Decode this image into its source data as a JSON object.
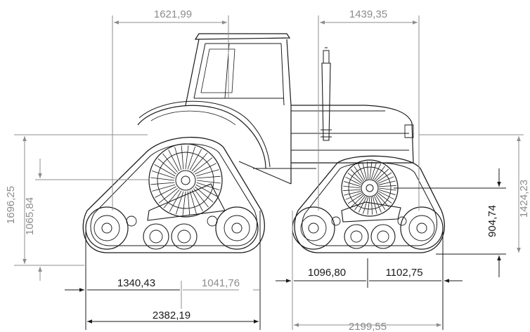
{
  "dimensions": {
    "top_left": "1621,99",
    "top_right": "1439,35",
    "left_outer": "1696,25",
    "left_inner": "1065,84",
    "right_inner": "904,74",
    "right_outer": "1424,23",
    "bottom_front_left": "1340,43",
    "bottom_front_right": "1041,76",
    "bottom_front_total": "2382,19",
    "bottom_rear_left": "1096,80",
    "bottom_rear_right": "1102,75",
    "bottom_rear_total": "2199,55"
  },
  "colors": {
    "line_dark": "#1a1a1a",
    "line_gray": "#8c8c8c",
    "background": "#ffffff"
  }
}
